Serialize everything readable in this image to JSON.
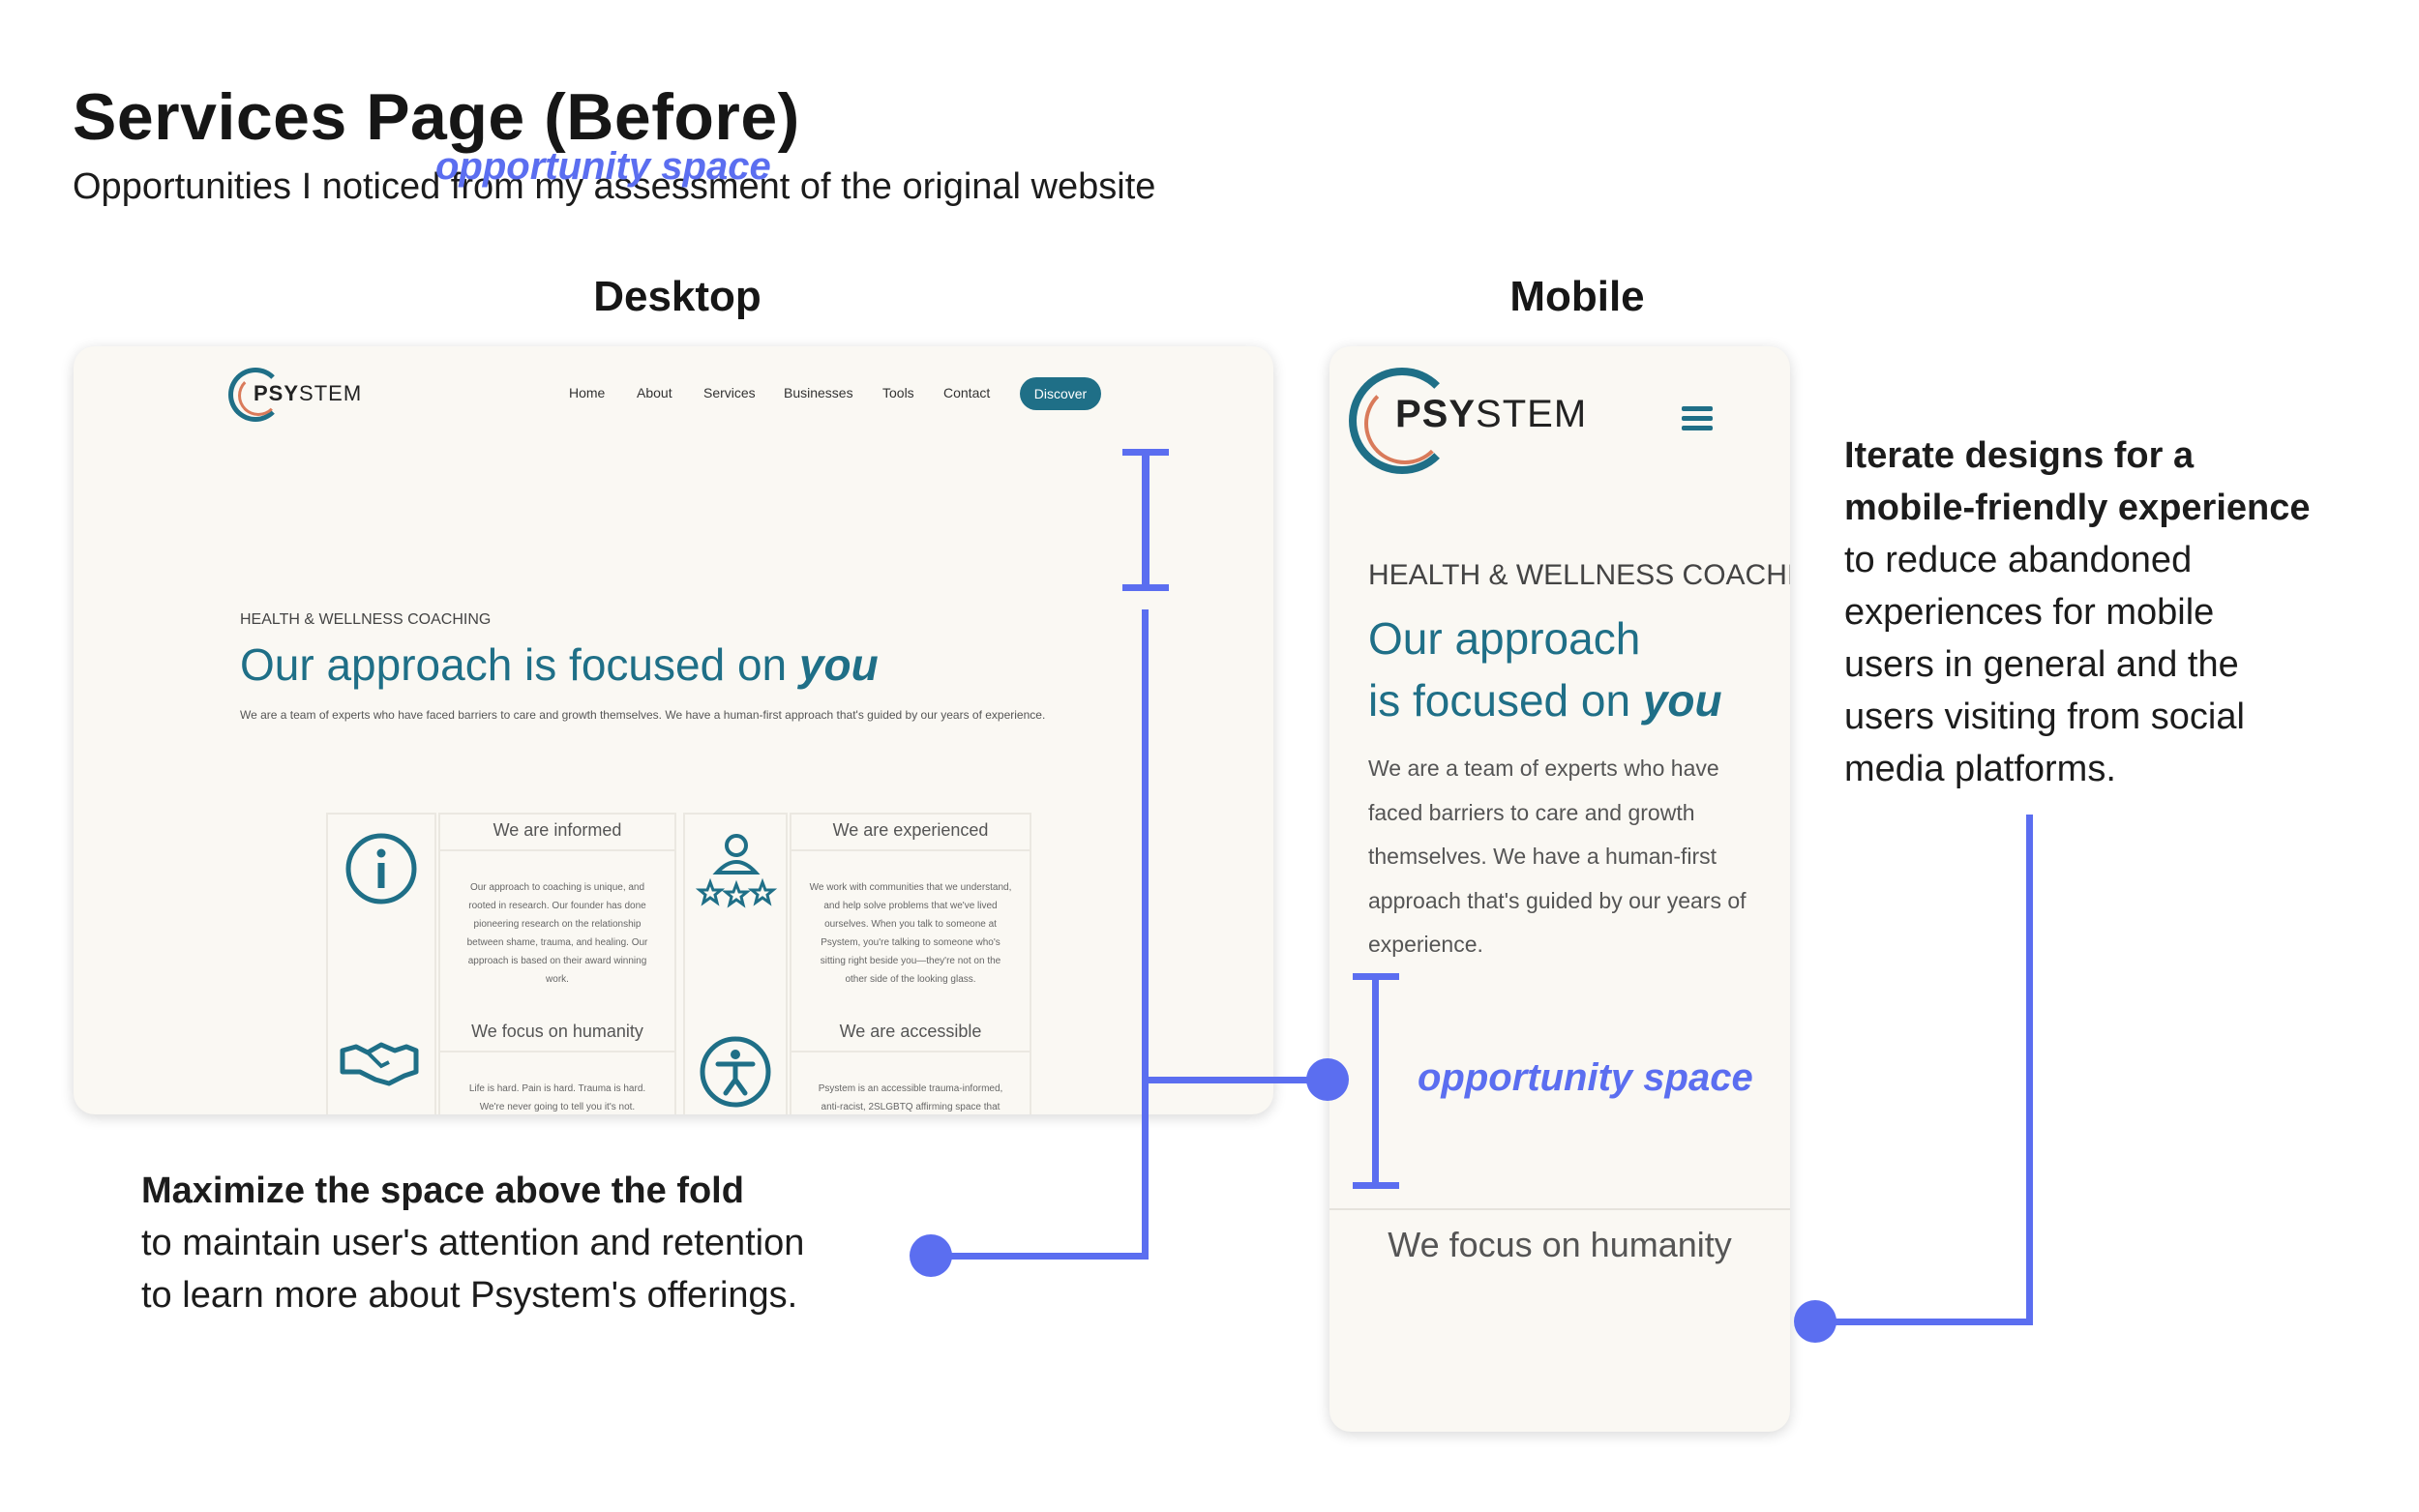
{
  "title": "Services Page (Before)",
  "subtitle": "Opportunities I noticed from my assessment of the original website",
  "labels": {
    "desktop": "Desktop",
    "mobile": "Mobile"
  },
  "accent_color": "#5b6ef0",
  "brand_color": "#1f6f87",
  "desktop": {
    "logo": {
      "bold": "PSY",
      "rest": "STEM"
    },
    "nav": [
      "Home",
      "About",
      "Services",
      "Businesses",
      "Tools",
      "Contact"
    ],
    "cta": "Discover",
    "opportunity": "opportunity space",
    "eyebrow": "HEALTH & WELLNESS COACHING",
    "headline": "Our approach is focused on ",
    "headline_em": "you",
    "body": "We are a team of experts who have faced barriers to care and growth themselves. We have a human-first approach that's guided by our years of experience.",
    "cards": [
      {
        "title": "We are informed",
        "body": "Our approach to coaching is unique, and rooted in research. Our founder has done pioneering research on the relationship between shame, trauma, and healing. Our approach is based on their award winning work.",
        "icon": "info-icon"
      },
      {
        "title": "We are experienced",
        "body": "We work with communities that we understand, and help solve problems that we've lived ourselves. When you talk to someone at Psystem, you're talking to someone who's sitting right beside you—they're not on the other side of the looking glass.",
        "icon": "person-stars-icon"
      },
      {
        "title": "We focus on humanity",
        "body": "Life is hard. Pain is hard. Trauma is hard. We're never going to tell you it's not.",
        "icon": "handshake-icon"
      },
      {
        "title": "We are accessible",
        "body": "Psystem is an accessible trauma-informed, anti-racist, 2SLGBTQ affirming space that",
        "icon": "accessibility-icon"
      }
    ]
  },
  "mobile": {
    "logo": {
      "bold": "PSY",
      "rest": "STEM"
    },
    "eyebrow": "HEALTH & WELLNESS COACHI",
    "headline_line1": "Our approach",
    "headline_line2": "is focused on ",
    "headline_em": "you",
    "body": "We are a team of experts who have faced barriers to care and growth themselves. We have a human-first approach that's guided by our years of experience.",
    "opportunity": "opportunity space",
    "focus_title": "We focus on humanity"
  },
  "callouts": {
    "left": {
      "bold": "Maximize the space above the fold",
      "line2": "to maintain user's attention and retention",
      "line3": "to learn more about Psystem's offerings."
    },
    "right": {
      "bold1": "Iterate designs for a",
      "bold2": "mobile-friendly experience",
      "lines": [
        "to reduce abandoned",
        "experiences for mobile",
        "users in general and the",
        "users visiting from social",
        "media platforms."
      ]
    }
  }
}
